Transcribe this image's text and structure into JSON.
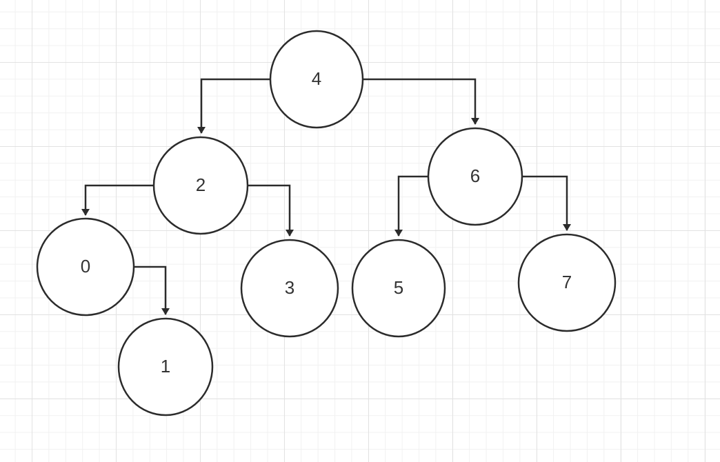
{
  "diagram": {
    "colors": {
      "stroke": "#2b2b2b",
      "fill": "#ffffff",
      "text": "#333333"
    },
    "nodes": [
      {
        "id": "n4",
        "label": "4"
      },
      {
        "id": "n2",
        "label": "2"
      },
      {
        "id": "n6",
        "label": "6"
      },
      {
        "id": "n0",
        "label": "0"
      },
      {
        "id": "n3",
        "label": "3"
      },
      {
        "id": "n5",
        "label": "5"
      },
      {
        "id": "n7",
        "label": "7"
      },
      {
        "id": "n1",
        "label": "1"
      }
    ],
    "edges": [
      {
        "from": "4",
        "to": "2"
      },
      {
        "from": "4",
        "to": "6"
      },
      {
        "from": "2",
        "to": "0"
      },
      {
        "from": "2",
        "to": "3"
      },
      {
        "from": "6",
        "to": "5"
      },
      {
        "from": "6",
        "to": "7"
      },
      {
        "from": "0",
        "to": "1"
      }
    ]
  }
}
